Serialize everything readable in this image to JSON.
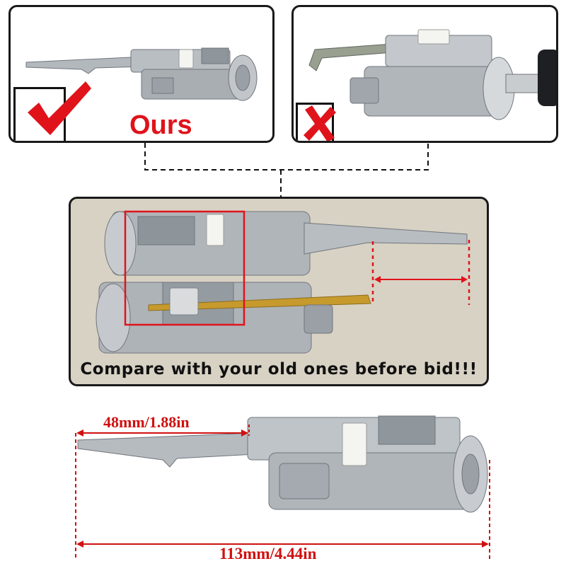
{
  "panels": {
    "ours": {
      "label": "Ours",
      "mark": "check-mark-icon",
      "mark_color": "#e0131b"
    },
    "wrong": {
      "mark": "x-mark-icon",
      "mark_color": "#e0131b"
    },
    "compare": {
      "caption": "Compare with your old ones before bid!!!"
    }
  },
  "dimensions": {
    "tailpiece_length": "48mm/1.88in",
    "overall_length": "113mm/4.44in"
  },
  "colors": {
    "accent_red": "#e0131b",
    "metal": "#b7bcc1",
    "metal_dark": "#7d848b",
    "clip_white": "#f2f2ef",
    "brass": "#c79a2e",
    "compare_bg": "#d8d2c4"
  }
}
